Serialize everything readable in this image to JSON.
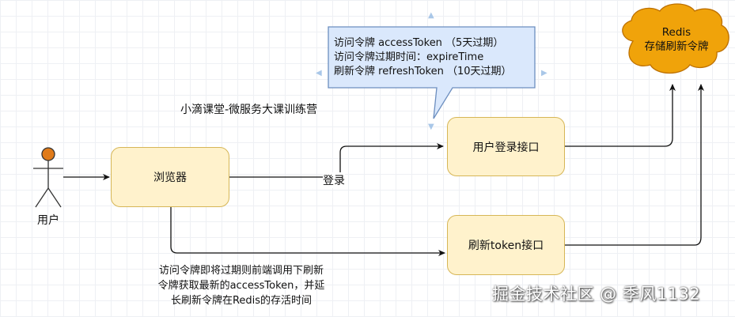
{
  "actor": {
    "label": "用户"
  },
  "boxes": {
    "browser": "浏览器",
    "login_api": "用户登录接口",
    "refresh_api": "刷新token接口"
  },
  "edges": {
    "login_label": "登录"
  },
  "note": {
    "lines": [
      "访问令牌 accessToken （5天过期）",
      "访问令牌过期时间：expireTime",
      "刷新令牌 refreshToken （10天过期）"
    ]
  },
  "cloud": {
    "line1": "Redis",
    "line2": "存储刷新令牌"
  },
  "subtitle": "小滴课堂-微服务大课训练营",
  "description": {
    "lines": [
      "访问令牌即将过期则前端调用下刷新",
      "令牌获取最新的accessToken，并延",
      "长刷新令牌在Redis的存活时间"
    ]
  },
  "watermark": "掘金技术社区 @ 季风1132",
  "colors": {
    "box_fill": "#fff2cc",
    "box_stroke": "#d6b656",
    "note_fill": "#dae8fc",
    "note_stroke": "#6c8ebf",
    "cloud_fill": "#f0a30a",
    "cloud_stroke": "#bd7000",
    "actor_head": "#e07b1a"
  }
}
